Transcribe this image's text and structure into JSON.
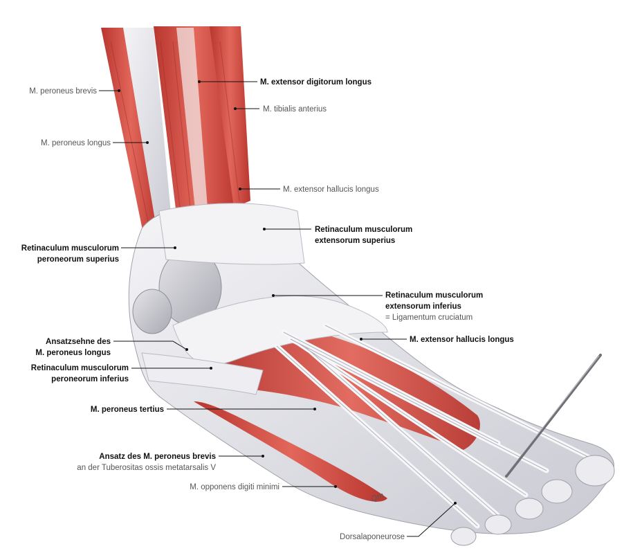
{
  "labels": {
    "peroneus_brevis": "M. peroneus brevis",
    "peroneus_longus": "M. peroneus longus",
    "extensor_digitorum_longus": "M. extensor digitorum longus",
    "tibialis_anterior": "M. tibialis anterius",
    "extensor_hallucis_longus_upper": "M. extensor hallucis longus",
    "ret_ext_sup_1": "Retinaculum musculorum",
    "ret_ext_sup_2": "extensorum superius",
    "ret_per_sup_1": "Retinaculum musculorum",
    "ret_per_sup_2": "peroneorum superius",
    "ret_ext_inf_1": "Retinaculum musculorum",
    "ret_ext_inf_2": "extensorum inferius",
    "ret_ext_inf_3": "= Ligamentum cruciatum",
    "ansatzsehne_1": "Ansatzsehne des",
    "ansatzsehne_2": "M. peroneus longus",
    "extensor_hallucis_longus_lower": "M. extensor hallucis longus",
    "ret_per_inf_1": "Retinaculum musculorum",
    "ret_per_inf_2": "peroneorum inferius",
    "peroneus_tertius": "M. peroneus tertius",
    "ansatz_brevis_1": "Ansatz des M. peroneus brevis",
    "ansatz_brevis_2": "an der Tuberositas ossis metatarsalis V",
    "opponens": "M. opponens digiti minimi",
    "dorsalaponeurose": "Dorsalaponeurose",
    "signature": "Qm"
  },
  "colors": {
    "muscle": "#d9534a",
    "muscle_dark": "#b83a33",
    "tendon": "#e9e9ee",
    "tendon_shade": "#bfc0c8",
    "bone": "#d4d4d8",
    "probe": "#777777"
  }
}
